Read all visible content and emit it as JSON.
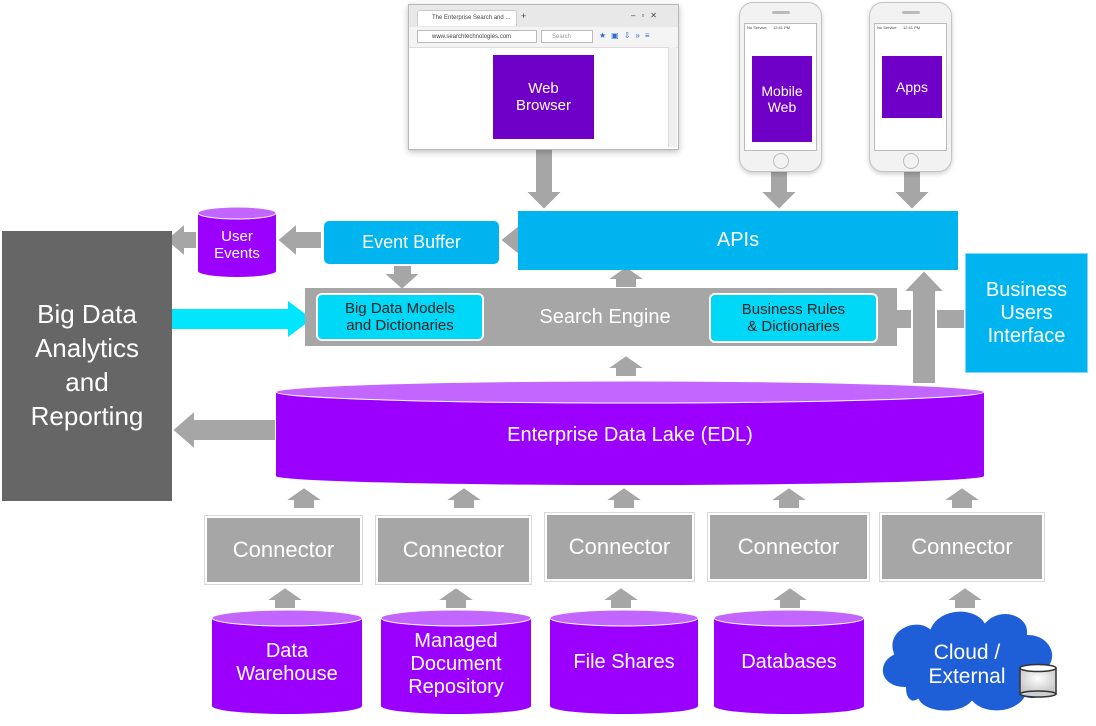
{
  "browser": {
    "tab_title": "The Enterprise Search and ...",
    "tab_new": "+",
    "address": "www.searchtechnologies.com",
    "search_placeholder": "Search",
    "label": "Web\nBrowser"
  },
  "phones": [
    {
      "status_left": "No Service",
      "status_time": "12:41 PM",
      "label": "Mobile\nWeb"
    },
    {
      "status_left": "No Service",
      "status_time": "12:41 PM",
      "label": "Apps"
    }
  ],
  "apis": "APIs",
  "event_buffer": "Event Buffer",
  "user_events": "User\nEvents",
  "big_data": "Big Data\nAnalytics\nand\nReporting",
  "search_engine": {
    "title": "Search Engine",
    "models": "Big Data Models\nand Dictionaries",
    "rules": "Business Rules\n& Dictionaries"
  },
  "business_users": "Business\nUsers\nInterface",
  "edl": "Enterprise Data Lake (EDL)",
  "connectors": [
    "Connector",
    "Connector",
    "Connector",
    "Connector",
    "Connector"
  ],
  "sources": [
    "Data\nWarehouse",
    "Managed\nDocument\nRepository",
    "File Shares",
    "Databases",
    "Cloud /\nExternal"
  ],
  "colors": {
    "purple": "#9b00ff",
    "dark_purple": "#6f00c8",
    "cyan": "#00b4f0",
    "light_cyan": "#00d8f8",
    "grey": "#a6a6a6",
    "dark_grey": "#666666",
    "cloud_blue": "#1e5fd8"
  }
}
